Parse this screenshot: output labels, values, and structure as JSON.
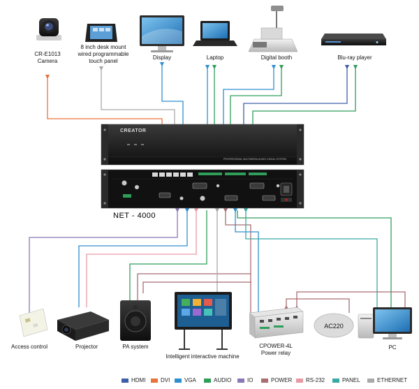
{
  "devices": {
    "camera": "CR-E1013\nCamera",
    "touch_panel": "8 inch desk mount\nwired programmable\ntouch panel",
    "display": "Display",
    "laptop": "Laptop",
    "digital_booth": "Digital booth",
    "bluray": "Blu-ray player",
    "access_control": "Access control",
    "projector": "Projector",
    "pa_system": "PA system",
    "interactive_machine": "Intelligent interactive machine",
    "cpower": "CPOWER-4L\nPower relay",
    "ac220": "AC220",
    "pc": "PC"
  },
  "main_unit": {
    "brand": "CREATOR",
    "front_label": "PROFESSIONAL MULTIMEDIA AUDIO-VISUAL SYSTEM",
    "model": "NET - 4000"
  },
  "legend": [
    {
      "label": "HDMI",
      "color": "#3d5fa8"
    },
    {
      "label": "DVI",
      "color": "#e8743b"
    },
    {
      "label": "VGA",
      "color": "#2e8fd0"
    },
    {
      "label": "AUDIO",
      "color": "#2f9e5a"
    },
    {
      "label": "IO",
      "color": "#8a77b8"
    },
    {
      "label": "POWER",
      "color": "#a86e72"
    },
    {
      "label": "RS-232",
      "color": "#e79aa3"
    },
    {
      "label": "PANEL",
      "color": "#39a9a3"
    },
    {
      "label": "ETHERNET",
      "color": "#a9a9a9"
    }
  ]
}
